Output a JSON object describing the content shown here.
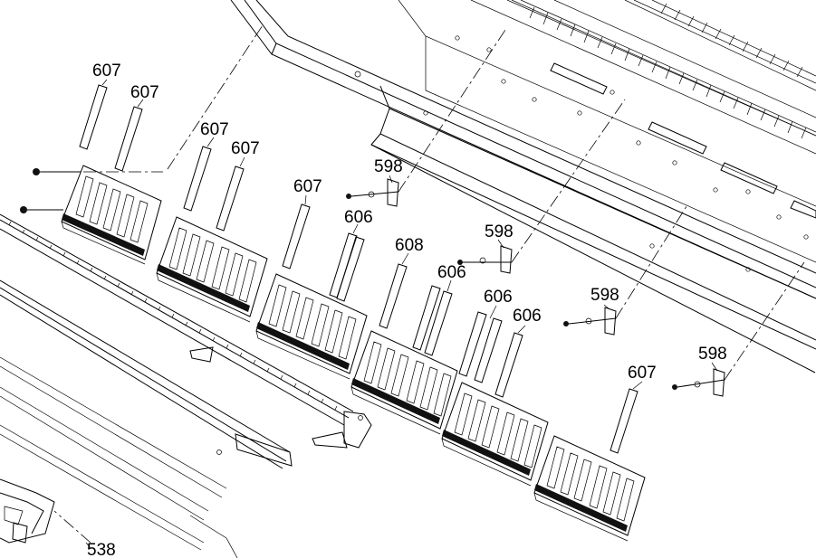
{
  "diagram": {
    "callouts": [
      {
        "id": "c1",
        "text": "607"
      },
      {
        "id": "c2",
        "text": "607"
      },
      {
        "id": "c3",
        "text": "607"
      },
      {
        "id": "c4",
        "text": "607"
      },
      {
        "id": "c5",
        "text": "607"
      },
      {
        "id": "c6",
        "text": "598"
      },
      {
        "id": "c7",
        "text": "606"
      },
      {
        "id": "c8",
        "text": "608"
      },
      {
        "id": "c9",
        "text": "606"
      },
      {
        "id": "c10",
        "text": "598"
      },
      {
        "id": "c11",
        "text": "606"
      },
      {
        "id": "c12",
        "text": "606"
      },
      {
        "id": "c13",
        "text": "598"
      },
      {
        "id": "c14",
        "text": "598"
      },
      {
        "id": "c15",
        "text": "607"
      },
      {
        "id": "c16",
        "text": "538"
      }
    ]
  }
}
